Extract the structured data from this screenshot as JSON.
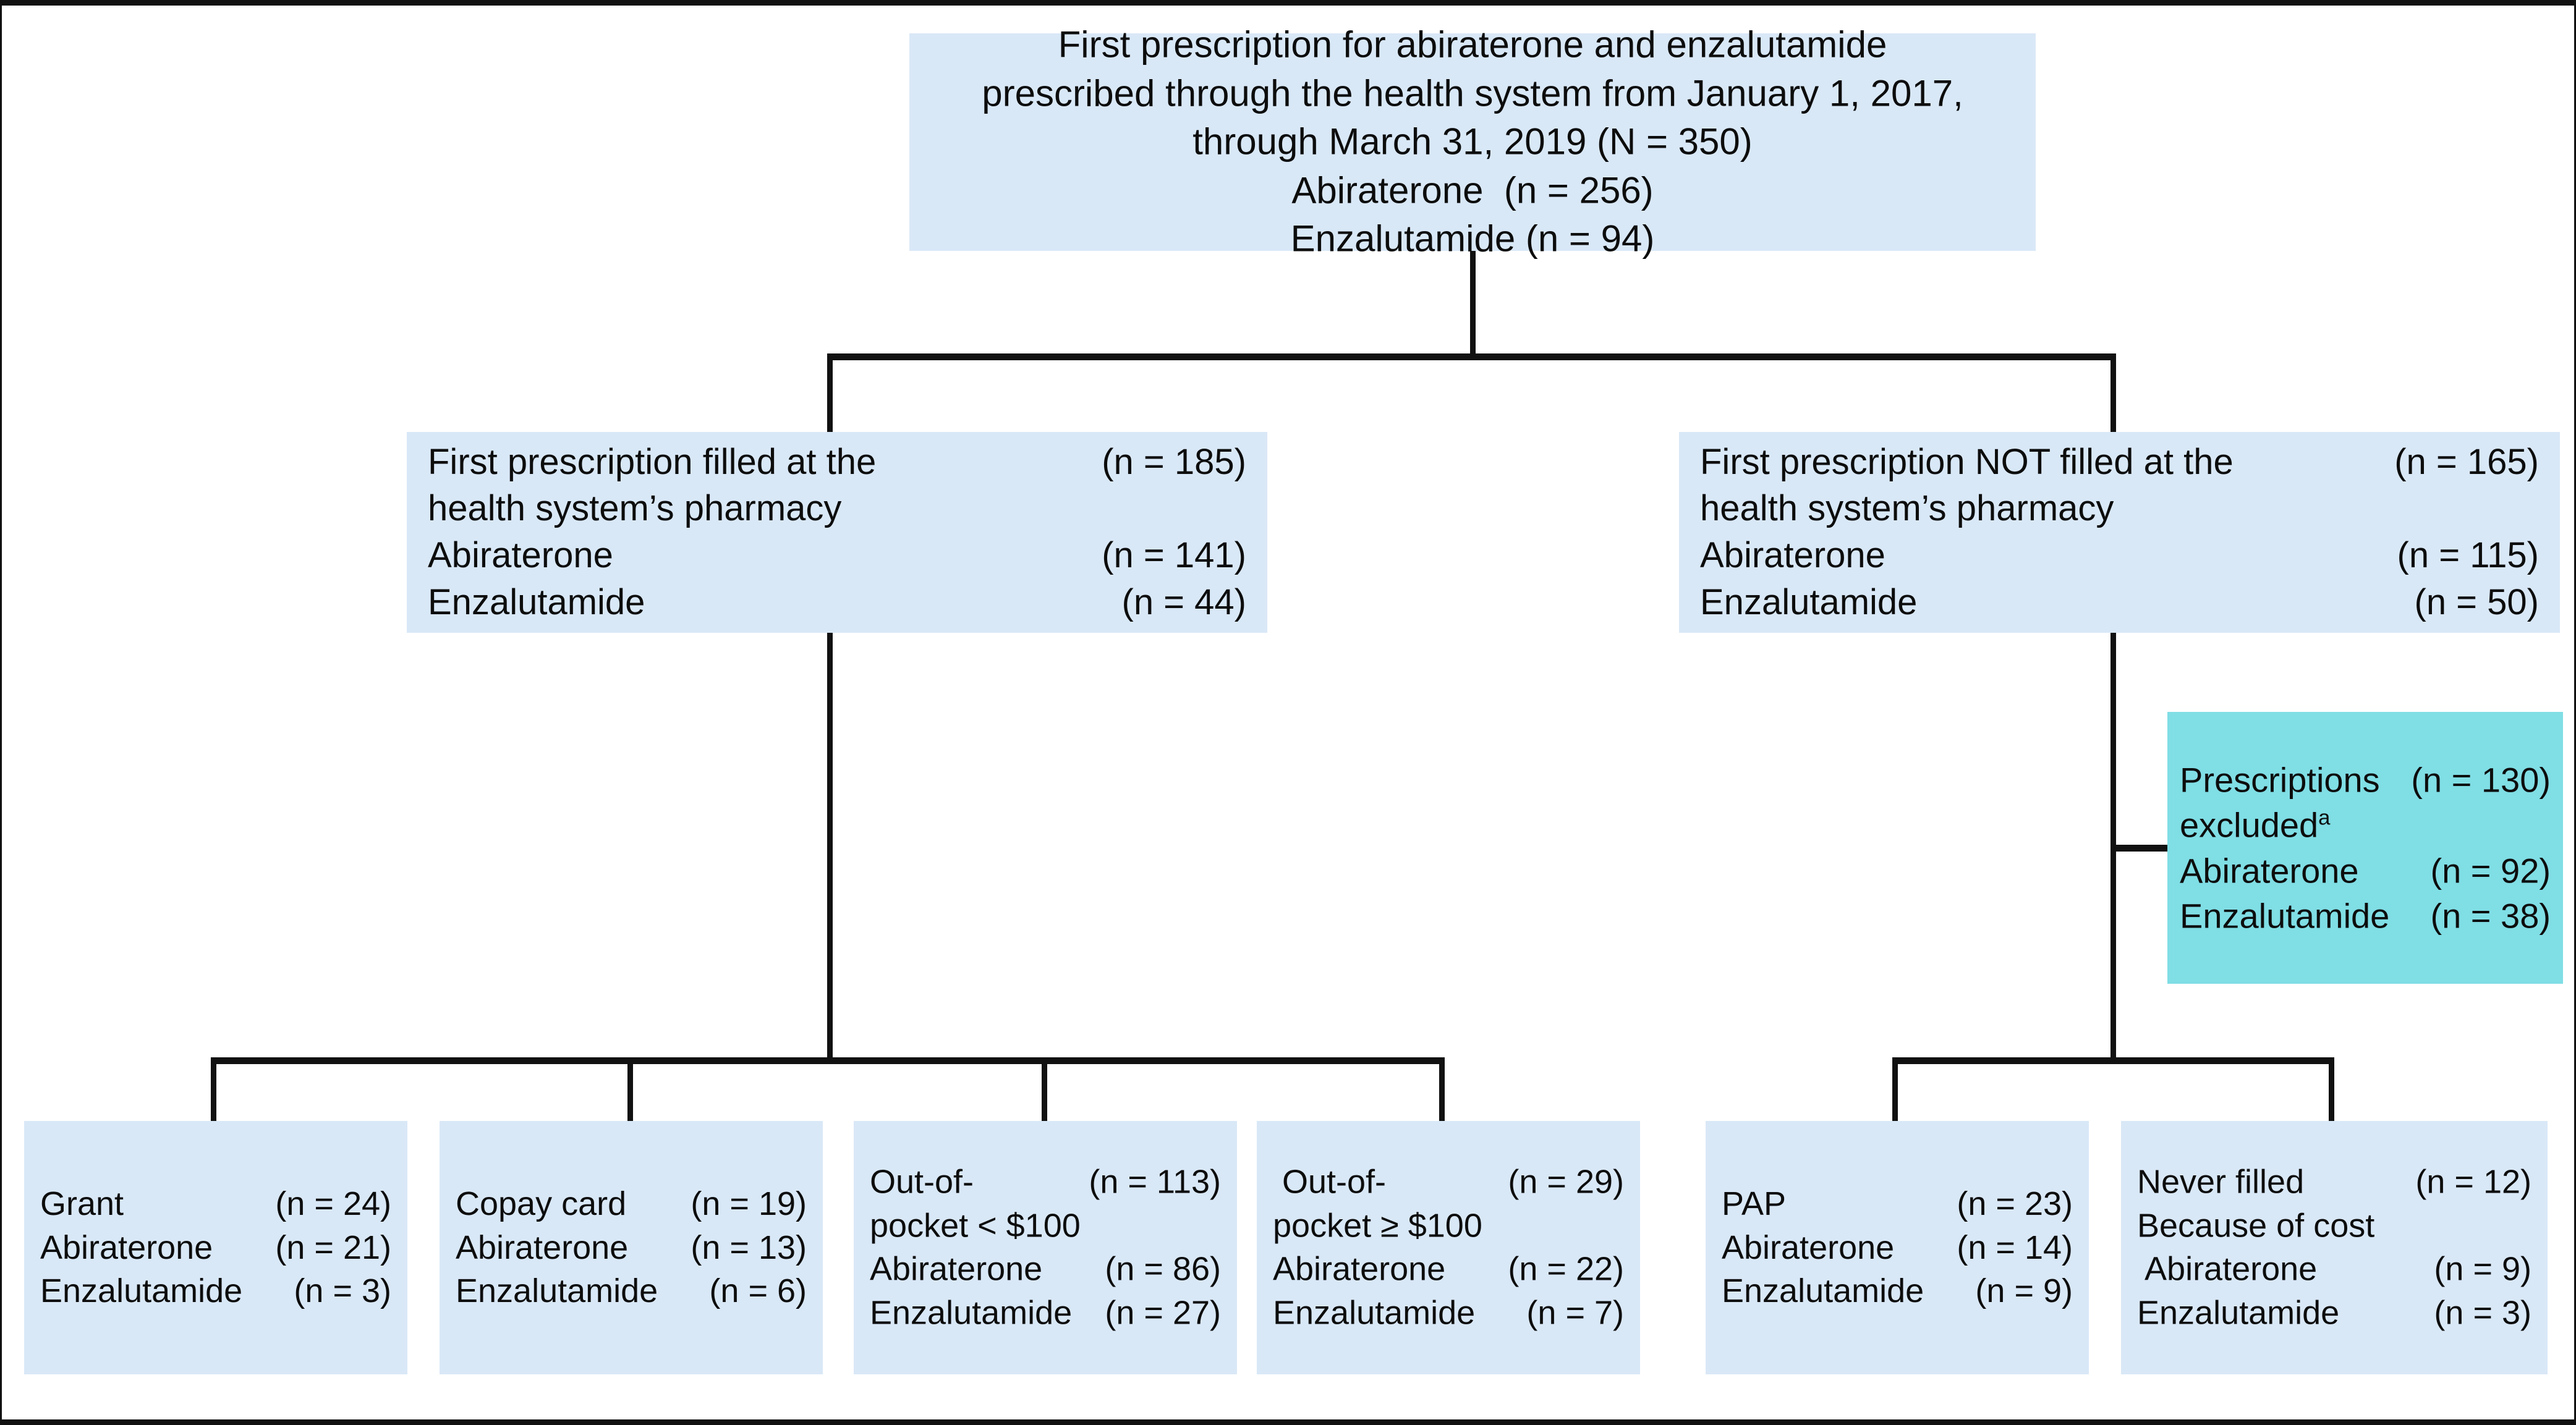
{
  "colors": {
    "box_fill": "#d9e8f7",
    "excluded_fill": "#80dee5",
    "line": "#111111",
    "text": "#0d0d0d"
  },
  "chart_data": {
    "type": "flowchart",
    "title": "Patient flow of first prescriptions for abiraterone and enzalutamide",
    "total_n": 350
  },
  "nodes": {
    "root": {
      "lines": [
        "First prescription for abiraterone and enzalutamide",
        "prescribed through the health system from January 1, 2017,",
        "through March 31, 2019 (N = 350)",
        "Abiraterone  (n = 256)",
        "Enzalutamide (n = 94)"
      ]
    },
    "filled": {
      "rows": [
        {
          "label": "First prescription filled at the",
          "count": "(n = 185)"
        },
        {
          "label": "health system’s pharmacy",
          "count": ""
        },
        {
          "label": "Abiraterone",
          "count": "(n = 141)"
        },
        {
          "label": "Enzalutamide",
          "count": "(n = 44)"
        }
      ]
    },
    "not_filled": {
      "rows": [
        {
          "label": "First prescription NOT filled at the",
          "count": "(n = 165)"
        },
        {
          "label": "health system’s pharmacy",
          "count": ""
        },
        {
          "label": "Abiraterone",
          "count": "(n = 115)"
        },
        {
          "label": "Enzalutamide",
          "count": "(n = 50)"
        }
      ]
    },
    "excluded": {
      "rows": [
        {
          "label": "Prescriptions",
          "count": "(n = 130)"
        },
        {
          "label": "excluded",
          "count": "",
          "footnote": "a"
        },
        {
          "label": "Abiraterone",
          "count": "(n = 92)"
        },
        {
          "label": "Enzalutamide",
          "count": "(n = 38)"
        }
      ]
    },
    "grant": {
      "rows": [
        {
          "label": "Grant",
          "count": "(n = 24)"
        },
        {
          "label": "Abiraterone",
          "count": "(n = 21)"
        },
        {
          "label": "Enzalutamide",
          "count": "(n = 3)"
        }
      ]
    },
    "copay": {
      "rows": [
        {
          "label": "Copay card",
          "count": "(n = 19)"
        },
        {
          "label": "Abiraterone",
          "count": "(n = 13)"
        },
        {
          "label": "Enzalutamide",
          "count": "(n = 6)"
        }
      ]
    },
    "oop_low": {
      "rows": [
        {
          "label": "Out-of-",
          "count": "(n = 113)"
        },
        {
          "label": "pocket < $100",
          "count": ""
        },
        {
          "label": "Abiraterone",
          "count": "(n = 86)"
        },
        {
          "label": "Enzalutamide",
          "count": "(n = 27)"
        }
      ]
    },
    "oop_high": {
      "rows": [
        {
          "label": " Out-of-",
          "count": "(n = 29)"
        },
        {
          "label": "pocket ≥ $100",
          "count": ""
        },
        {
          "label": "Abiraterone",
          "count": "(n = 22)"
        },
        {
          "label": "Enzalutamide",
          "count": "(n = 7)"
        }
      ]
    },
    "pap": {
      "rows": [
        {
          "label": "PAP",
          "count": "(n = 23)"
        },
        {
          "label": "Abiraterone",
          "count": "(n = 14)"
        },
        {
          "label": "Enzalutamide",
          "count": "(n = 9)"
        }
      ]
    },
    "never_filled": {
      "rows": [
        {
          "label": "Never filled",
          "count": "(n = 12)"
        },
        {
          "label": "Because of cost",
          "count": ""
        },
        {
          "label": " Abiraterone",
          "count": "(n = 9)"
        },
        {
          "label": "Enzalutamide",
          "count": "(n = 3)"
        }
      ]
    }
  }
}
